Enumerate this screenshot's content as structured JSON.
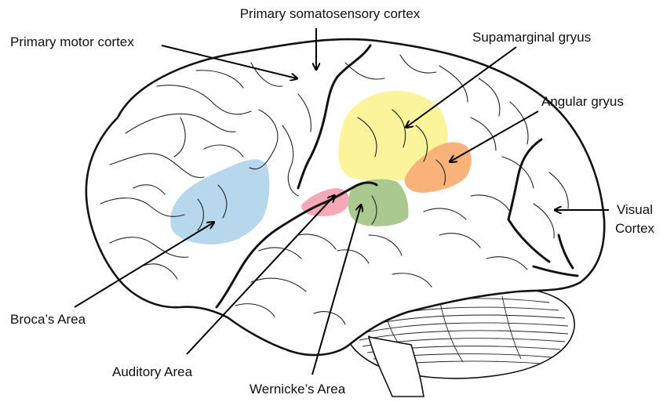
{
  "diagram": {
    "labels": {
      "primary_somatosensory": "Primary somatosensory cortex",
      "primary_motor": "Primary motor cortex",
      "supramarginal": "Supamarginal gryus",
      "angular": "Angular gryus",
      "visual_line1": "Visual",
      "visual_line2": "Cortex",
      "broca": "Broca’s Area",
      "auditory": "Auditory Area",
      "wernicke": "Wernicke’s Area"
    },
    "region_colors": {
      "broca": "#b7d8ec",
      "supramarginal": "#fbf49a",
      "angular": "#f9b27a",
      "auditory": "#f5a9b8",
      "wernicke": "#a9c98f"
    },
    "outline_color": "#111111",
    "arrow_color": "#000000"
  }
}
